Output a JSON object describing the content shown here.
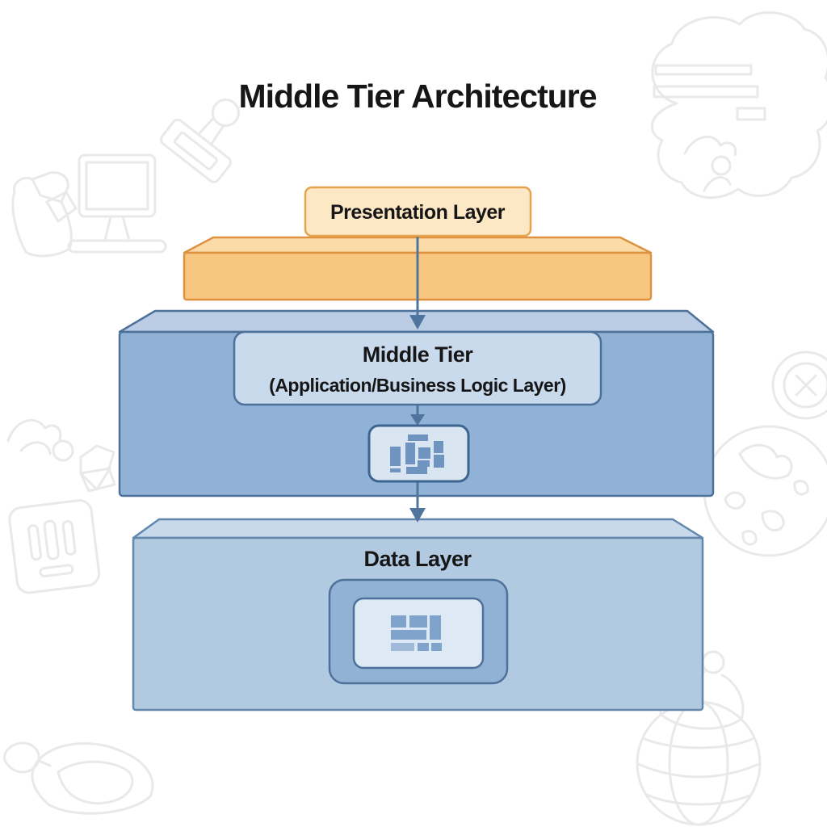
{
  "title": "Middle Tier Architecture",
  "layers": {
    "presentation": {
      "label": "Presentation Layer"
    },
    "middle": {
      "label": "Middle Tier",
      "sublabel": "(Application/Business Logic Layer)"
    },
    "data": {
      "label": "Data Layer"
    }
  },
  "icons": {
    "middle": "module-blocks-icon",
    "data": "brick-wall-icon"
  },
  "colors": {
    "presentation_front": "#F7C780",
    "presentation_top": "#FBDCA9",
    "presentation_border": "#DE9141",
    "presentation_label_fill": "#FDE8C6",
    "presentation_label_border": "#E6A34C",
    "middle_front": "#8FB2D6",
    "middle_top": "#BACDE4",
    "middle_border": "#4D7199",
    "middle_label_fill": "#C9DAEC",
    "icon_box_fill": "#D9E5F1",
    "icon_block": "#6E94BF",
    "data_front": "#B2C9E2",
    "data_top": "#C9D9EC",
    "data_border": "#6286AC",
    "data_icon_outer": "#92B2D5",
    "data_icon_inner": "#DDE9F5",
    "brick": "#7FA3CB",
    "arrow": "#4F759E",
    "doodle": "#E9E9E9",
    "text": "#161616"
  }
}
